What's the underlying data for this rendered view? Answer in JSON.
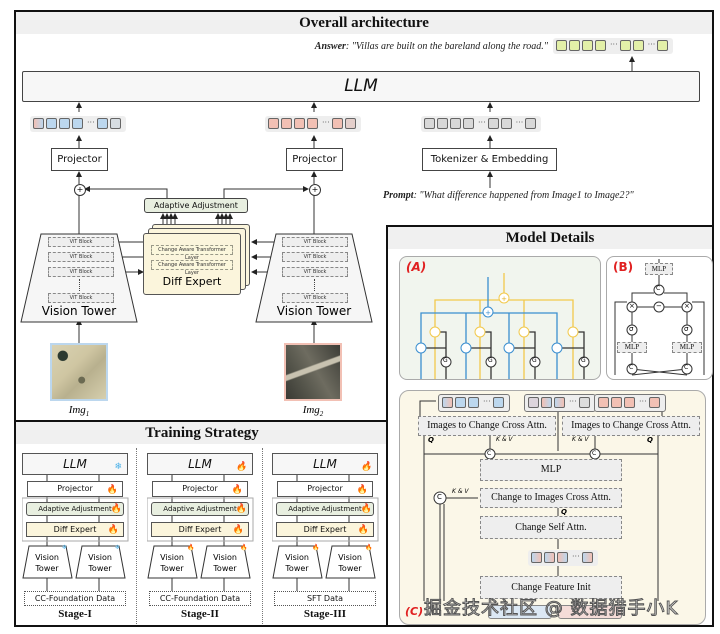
{
  "overall": {
    "title": "Overall architecture",
    "answer_label": "Answer",
    "answer_text": ": \"Villas are built on the bareland along the road.\"",
    "llm_label": "LLM",
    "projector_left": "Projector",
    "projector_right": "Projector",
    "tokenizer_label": "Tokenizer & Embedding",
    "prompt_label": "Prompt",
    "prompt_text": ": \"What difference happened from Image1 to Image2?\"",
    "adaptive_label": "Adaptive Adjustment",
    "diff_expert_label": "Diff Expert",
    "cat_layer_label": "Change Aware Transformer Layer",
    "vit_block_label": "ViT Block",
    "vision_tower_label": "Vision Tower",
    "img1_label": "Img",
    "img1_sub": "1",
    "img2_label": "Img",
    "img2_sub": "2",
    "plus_symbol": "+",
    "ellipsis": "···",
    "colors": {
      "img1_accent": "#bcd7ee",
      "img2_accent": "#f2c0b4",
      "answer_token": "#e3f0a8",
      "adaptive_bg": "#e8efe0",
      "diff_expert_bg": "#fbf5dc"
    }
  },
  "model_details": {
    "title": "Model Details",
    "panel_a_label": "(A)",
    "panel_b_label": "(B)",
    "panel_c_label": "(C)",
    "b_mlp": "MLP",
    "b_concat": "C",
    "b_minus": "−",
    "b_mult": "×",
    "b_sigma": "σ",
    "a_gate": "G",
    "a_mult": "×",
    "a_plus": "+",
    "c_cross_left": "Images to Change Cross Attn.",
    "c_cross_right": "Images to Change Cross Attn.",
    "c_mlp": "MLP",
    "c_change_to_images": "Change to Images Cross Attn.",
    "c_self_attn": "Change Self Attn.",
    "c_feature_init": "Change Feature Init",
    "c_q": "Q",
    "c_kv": "K & V",
    "c_concat": "C",
    "colors": {
      "blue_path": "#3b8fd0",
      "yellow_path": "#f2c94c",
      "panel_a_bg": "#f1f5ee",
      "panel_c_bg": "#fbf7e8",
      "label_red": "#e02020"
    }
  },
  "training": {
    "title": "Training Strategy",
    "stages": [
      {
        "name": "Stage-I",
        "llm": "LLM",
        "llm_state": "frozen",
        "projector": "Projector",
        "projector_state": "trainable",
        "adaptive": "Adaptive Adjustment",
        "adaptive_state": "trainable",
        "diff_expert": "Diff Expert",
        "diff_state": "trainable",
        "vision_tower": "Vision Tower",
        "vision_state": "frozen",
        "data": "CC-Foundation Data"
      },
      {
        "name": "Stage-II",
        "llm": "LLM",
        "llm_state": "trainable",
        "projector": "Projector",
        "projector_state": "trainable",
        "adaptive": "Adaptive Adjustment",
        "adaptive_state": "trainable",
        "diff_expert": "Diff Expert",
        "diff_state": "trainable",
        "vision_tower": "Vision Tower",
        "vision_state": "trainable",
        "data": "CC-Foundation Data"
      },
      {
        "name": "Stage-III",
        "llm": "LLM",
        "llm_state": "trainable",
        "projector": "Projector",
        "projector_state": "trainable",
        "adaptive": "Adaptive Adjustment",
        "adaptive_state": "trainable",
        "diff_expert": "Diff Expert",
        "diff_state": "trainable",
        "vision_tower": "Vision Tower",
        "vision_state": "trainable",
        "data": "SFT Data"
      }
    ],
    "icons": {
      "trainable": "🔥",
      "frozen": "❄"
    }
  },
  "watermark": "掘金技术社区 @ 数据猎手小K"
}
